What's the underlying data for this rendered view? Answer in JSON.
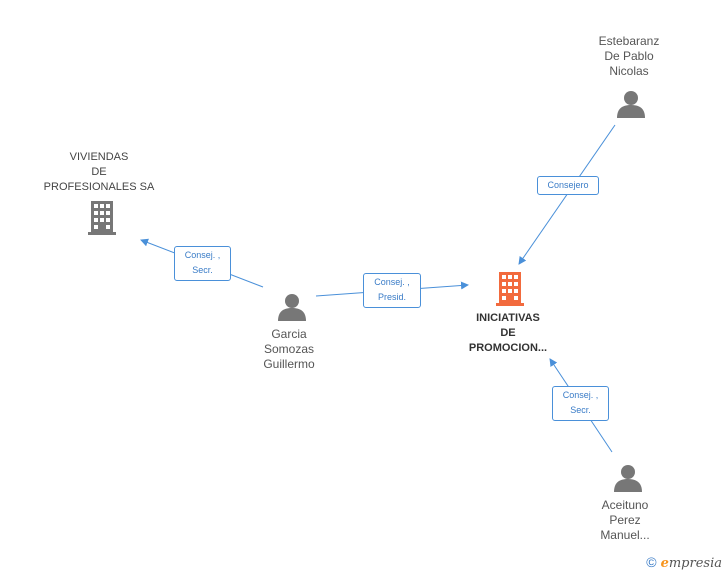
{
  "nodes": {
    "estebaranz": {
      "label": "Estebaranz\nDe Pablo\nNicolas",
      "type": "person"
    },
    "viviendas": {
      "label": "VIVIENDAS\nDE\nPROFESIONALES SA",
      "type": "company"
    },
    "garcia": {
      "label": "Garcia\nSomozas\nGuillermo",
      "type": "person"
    },
    "iniciativas": {
      "label": "INICIATIVAS\nDE\nPROMOCION...",
      "type": "company-main"
    },
    "aceituno": {
      "label": "Aceituno\nPerez\nManuel...",
      "type": "person"
    }
  },
  "edges": {
    "garcia_viviendas": "Consej. ,\nSecr.",
    "garcia_iniciativas": "Consej. ,\nPresid.",
    "estebaranz_iniciativas": "Consejero",
    "aceituno_iniciativas": "Consej. ,\nSecr."
  },
  "colors": {
    "edge": "#4a90d9",
    "person_icon": "#777777",
    "company_icon": "#777777",
    "main_company_icon": "#f26a3d"
  },
  "brand": {
    "copyright": "©",
    "e": "e",
    "rest": "mpresia"
  }
}
